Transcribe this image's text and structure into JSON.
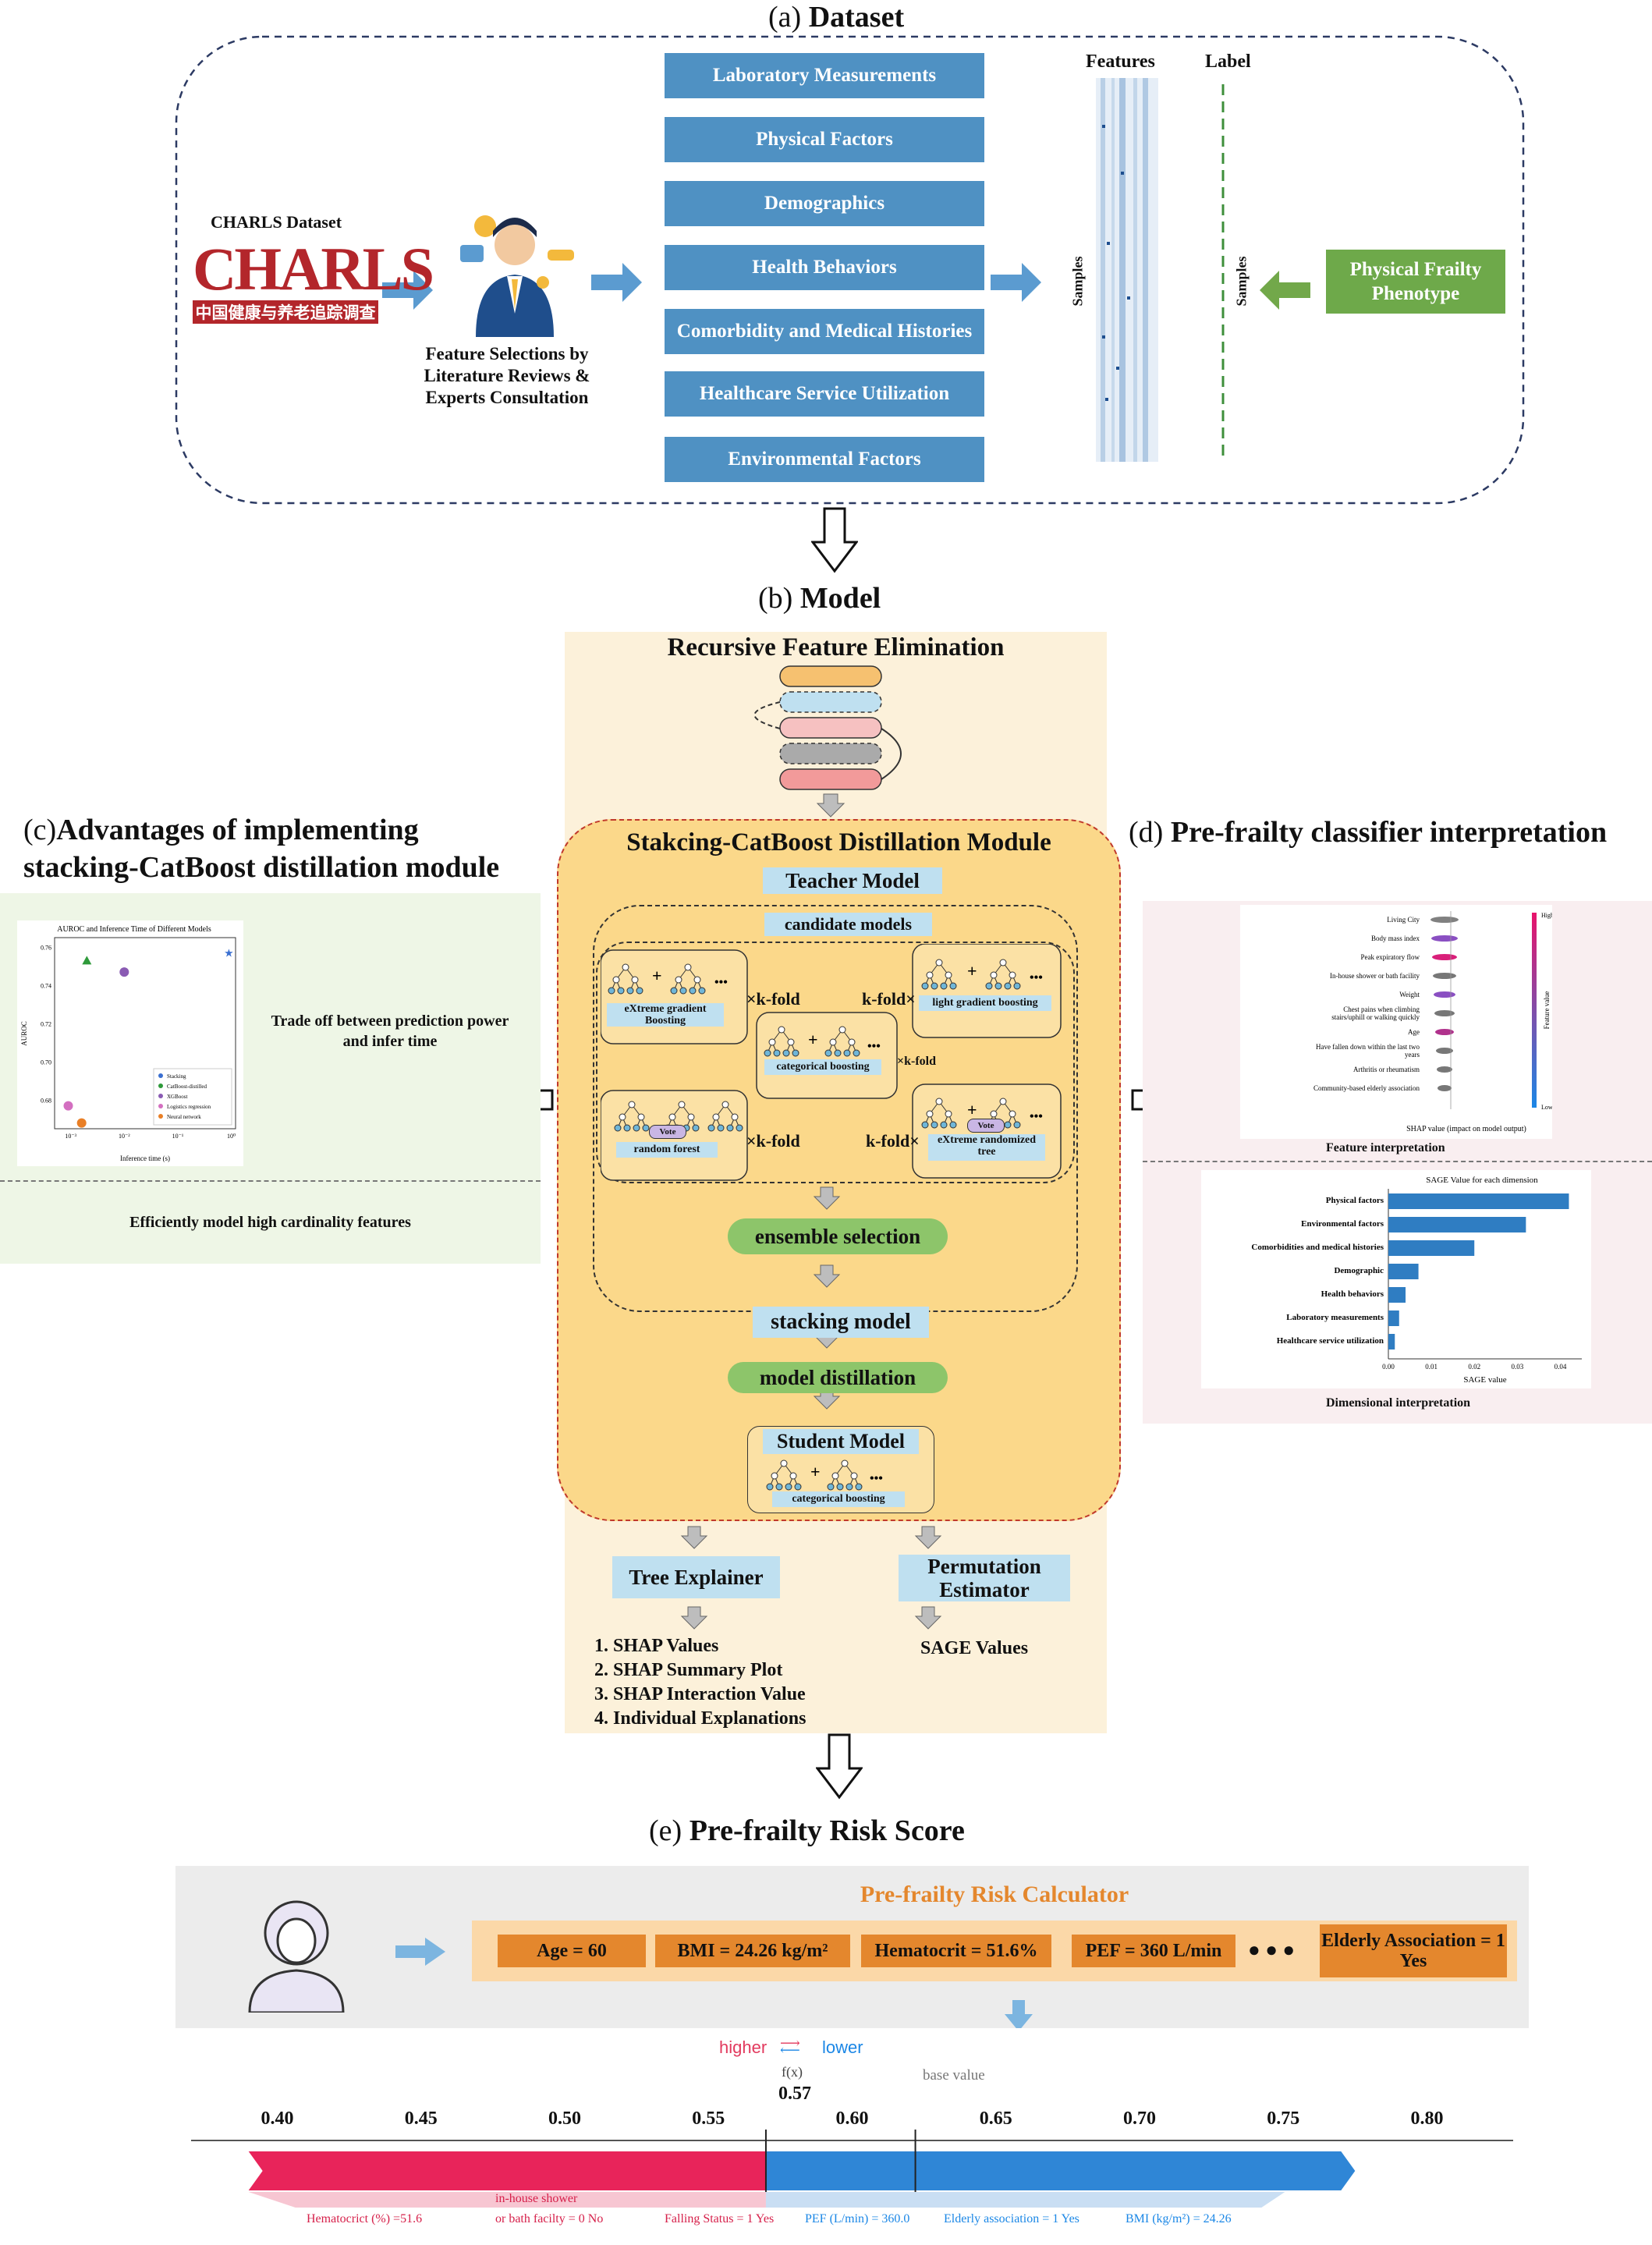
{
  "sections": {
    "a": {
      "prefix": "(a)",
      "title": "Dataset"
    },
    "b": {
      "prefix": "(b)",
      "title": "Model"
    },
    "c": {
      "prefix": "(c)",
      "title_line1": "Advantages of implementing",
      "title_line2": "stacking-CatBoost distillation module"
    },
    "d": {
      "prefix": "(d)",
      "title": "Pre-frailty classifier interpretation"
    },
    "e": {
      "prefix": "(e)",
      "title": "Pre-frailty Risk Score"
    }
  },
  "dataset": {
    "charls_caption": "CHARLS Dataset",
    "charls_logo": "CHARLS",
    "charls_logo_cn": "中国健康与养老追踪调查",
    "feature_selection_caption": [
      "Feature Selections by",
      "Literature Reviews &",
      "Experts Consultation"
    ],
    "categories": [
      "Laboratory Measurements",
      "Physical Factors",
      "Demographics",
      "Health Behaviors",
      "Comorbidity and Medical Histories",
      "Healthcare Service Utilization",
      "Environmental Factors"
    ],
    "features_label": "Features",
    "label_label": "Label",
    "samples_label": "Samples",
    "phenotype_box": "Physical Frailty Phenotype"
  },
  "model": {
    "rfe_title": "Recursive Feature Elimination",
    "module_title": "Stakcing-CatBoost Distillation Module",
    "teacher": "Teacher Model",
    "candidate": "candidate models",
    "base_models": {
      "xgb": "eXtreme gradient Boosting",
      "lgb": "light gradient boosting",
      "cat": "categorical boosting",
      "rf": "random forest",
      "et": "eXtreme randomized tree",
      "vote": "Vote"
    },
    "kfold_right": "×k-fold",
    "kfold_left": "k-fold×",
    "ensemble_selection": "ensemble selection",
    "stacking_model": "stacking model",
    "model_distillation": "model distillation",
    "student": "Student Model",
    "student_base": "categorical boosting",
    "tree_explainer": "Tree Explainer",
    "permutation": "Permutation Estimator",
    "tree_outputs": [
      "1.  SHAP Values",
      "2.  SHAP Summary Plot",
      "3.  SHAP Interaction Value",
      "4.  Individual Explanations"
    ],
    "sage_output": "SAGE Values"
  },
  "advantages": {
    "chart_title": "AUROC and Inference Time of Different Models",
    "trade_off": "Trade off between prediction power and infer time",
    "cardinality": "Efficiently model high cardinality features",
    "xlabel": "Inference time (s)",
    "ylabel": "AUROC"
  },
  "interpretation": {
    "feature_caption": "Feature interpretation",
    "dimension_caption": "Dimensional interpretation",
    "shap_xlabel": "SHAP value (impact on model output)",
    "shap_colorbar": "Feature value",
    "shap_high": "High",
    "shap_low": "Low",
    "shap_features": [
      "Living City",
      "Body mass index",
      "Peak expiratory flow",
      "In-house shower or bath facility",
      "Weight",
      "Chest pains when climbing stairs/uphill or walking quickly",
      "Age",
      "Have fallen down within the last two years",
      "Arthritis or rheumatism",
      "Community-based elderly association"
    ],
    "sage_title": "SAGE Value for each dimension",
    "sage_xlabel": "SAGE value"
  },
  "risk": {
    "calculator_title": "Pre-frailty Risk Calculator",
    "inputs": [
      "Age = 60",
      "BMI = 24.26 kg/m²",
      "Hematocrit = 51.6%",
      "PEF = 360 L/min"
    ],
    "ellipsis": "● ● ●",
    "last_input": "Elderly Association = 1 Yes",
    "higher": "higher",
    "lower": "lower",
    "fx": "f(x)",
    "fx_value": "0.57",
    "base_value": "base value",
    "axis_ticks": [
      "0.40",
      "0.45",
      "0.50",
      "0.55",
      "0.60",
      "0.65",
      "0.70",
      "0.75",
      "0.80"
    ],
    "force_labels": [
      "Hematocrict (%) =51.6",
      "in-house shower",
      "or bath facilty = 0 No",
      "Falling Status = 1 Yes",
      "PEF (L/min) = 360.0",
      "Elderly association = 1 Yes",
      "BMI (kg/m²) = 24.26"
    ]
  },
  "chart_data": [
    {
      "type": "scatter",
      "title": "AUROC and Inference Time of Different Models",
      "xlabel": "Inference time (s)",
      "ylabel": "AUROC",
      "xscale": "log",
      "xlim": [
        0.0005,
        1.2
      ],
      "ylim": [
        0.665,
        0.765
      ],
      "yticks": [
        0.68,
        0.7,
        0.72,
        0.74,
        0.76
      ],
      "xticks": [
        "10⁻³",
        "10⁻²",
        "10⁻¹",
        "10⁰"
      ],
      "legend_position": "lower-right",
      "series": [
        {
          "name": "Stacking",
          "color": "#3a6fd1",
          "marker": "star",
          "x": 0.9,
          "y": 0.757
        },
        {
          "name": "CatBoost-distilled",
          "color": "#2e9a3a",
          "marker": "triangle",
          "x": 0.002,
          "y": 0.753
        },
        {
          "name": "XGBoost",
          "color": "#8a5bb3",
          "marker": "circle",
          "x": 0.01,
          "y": 0.747
        },
        {
          "name": "Logistics regression",
          "color": "#d36fc0",
          "marker": "circle",
          "x": 0.0009,
          "y": 0.677
        },
        {
          "name": "Neural network",
          "color": "#e97f26",
          "marker": "circle",
          "x": 0.0016,
          "y": 0.668
        }
      ]
    },
    {
      "type": "bar",
      "title": "SAGE Value for each dimension",
      "xlabel": "SAGE value",
      "orientation": "horizontal",
      "xlim": [
        0,
        0.045
      ],
      "xticks": [
        "0.00",
        "0.01",
        "0.02",
        "0.03",
        "0.04"
      ],
      "categories": [
        "Physical factors",
        "Environmental factors",
        "Comorbidities and medical histories",
        "Demographic",
        "Health behaviors",
        "Laboratory measurements",
        "Healthcare service utilization"
      ],
      "values": [
        0.042,
        0.032,
        0.02,
        0.007,
        0.004,
        0.0025,
        0.0015
      ],
      "color": "#2f7dc2"
    },
    {
      "type": "force",
      "xlim": [
        0.37,
        0.83
      ],
      "xticks": [
        0.4,
        0.45,
        0.5,
        0.55,
        0.6,
        0.65,
        0.7,
        0.75,
        0.8
      ],
      "fx": 0.57,
      "base_value": 0.622,
      "higher_segment": [
        0.39,
        0.57
      ],
      "lower_segment": [
        0.57,
        0.775
      ]
    }
  ]
}
